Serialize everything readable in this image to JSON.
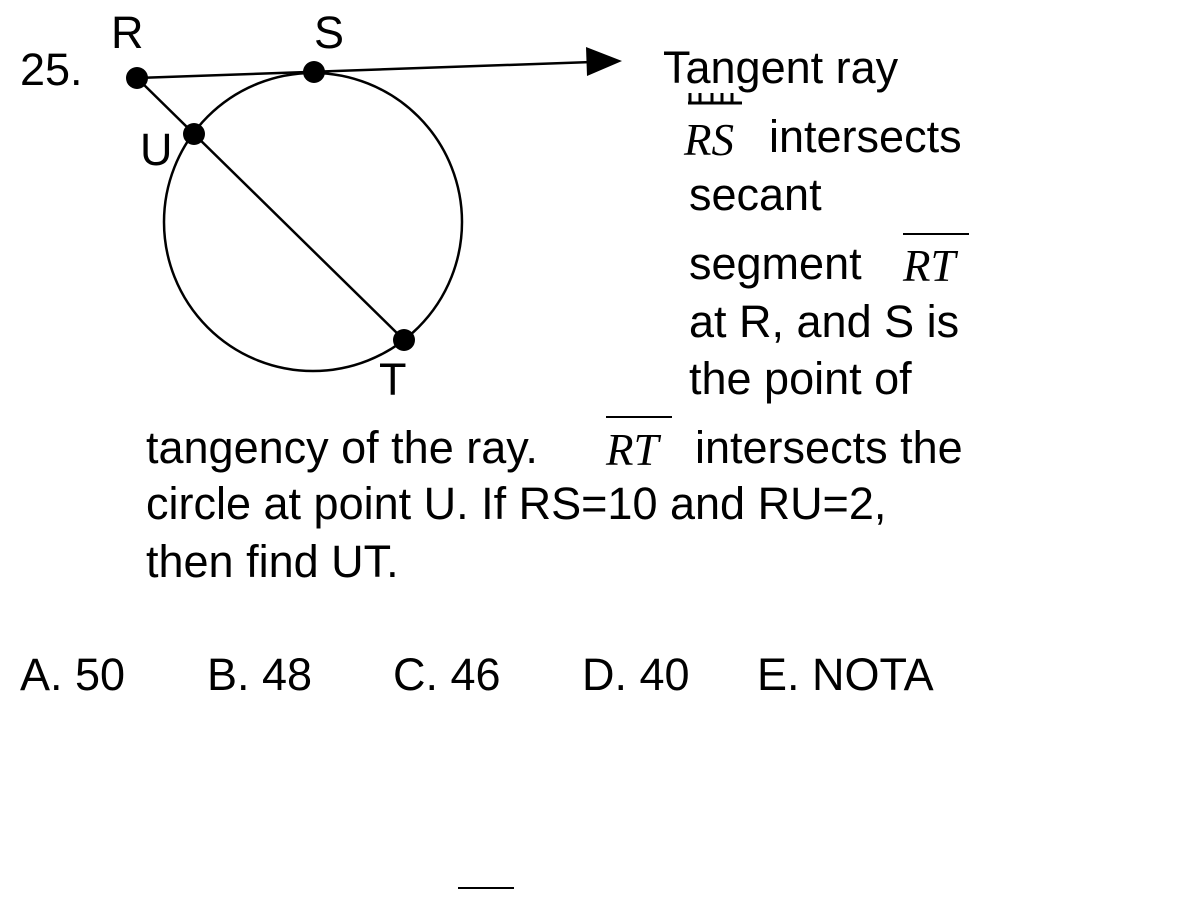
{
  "question": {
    "number": "25.",
    "labels": {
      "R": "R",
      "S": "S",
      "U": "U",
      "T": "T"
    },
    "right_lines": [
      "Tangent ray",
      "intersects",
      "secant",
      "segment",
      "at R, and S is",
      "the point of"
    ],
    "seg_rs": "RS",
    "seg_rt": "RT",
    "seg_rt2": "RT",
    "line_tangency_a": "tangency of the ray.",
    "line_tangency_b": "intersects the",
    "line_circle": "circle at point U. If RS=10 and RU=2,",
    "line_then": "then find UT."
  },
  "answers": [
    {
      "label": "A. 50"
    },
    {
      "label": "B. 48"
    },
    {
      "label": "C. 46"
    },
    {
      "label": "D. 40"
    },
    {
      "label": "E.  NOTA"
    }
  ]
}
